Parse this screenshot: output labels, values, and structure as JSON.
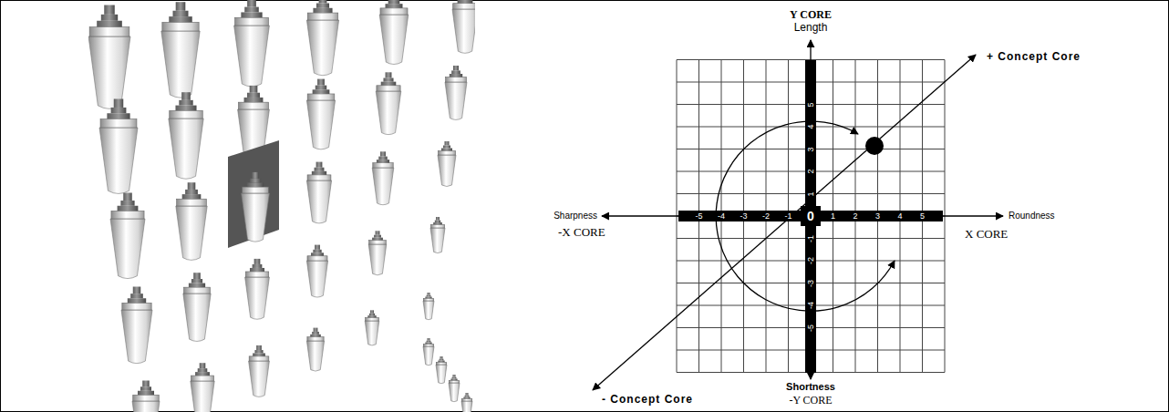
{
  "diagram": {
    "labels": [
      "Y CORE",
      "Length",
      "+ Concept Core",
      "Sharpness",
      "-X CORE",
      "Roundness",
      "X CORE",
      "- Concept Core",
      "Shortness",
      "-Y CORE",
      "0",
      "-5",
      "-4",
      "-3",
      "-2",
      "-1",
      "1",
      "2",
      "3",
      "4",
      "5",
      "5",
      "4",
      "3",
      "2",
      "1",
      "-1",
      "-2",
      "-3",
      "-4",
      "-5"
    ]
  }
}
